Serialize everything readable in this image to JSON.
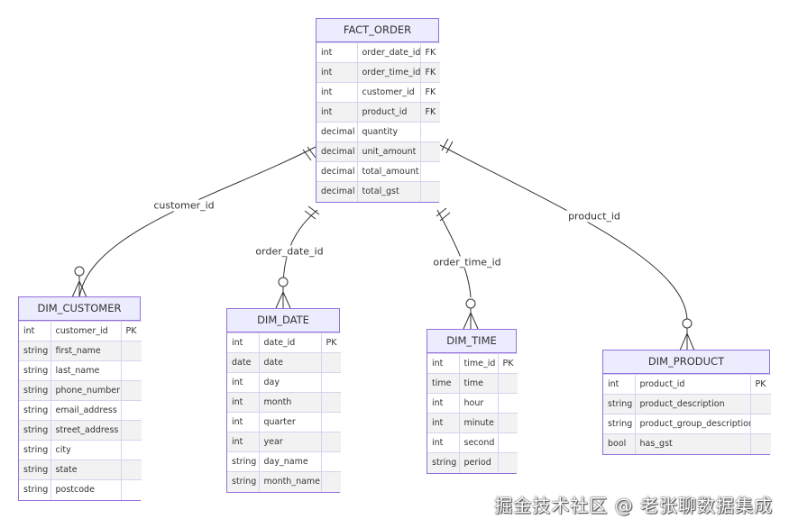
{
  "entities": [
    {
      "name": "FACT_ORDER",
      "attributes": [
        {
          "type": "int",
          "name": "order_date_id",
          "key": "FK"
        },
        {
          "type": "int",
          "name": "order_time_id",
          "key": "FK"
        },
        {
          "type": "int",
          "name": "customer_id",
          "key": "FK"
        },
        {
          "type": "int",
          "name": "product_id",
          "key": "FK"
        },
        {
          "type": "decimal",
          "name": "quantity",
          "key": ""
        },
        {
          "type": "decimal",
          "name": "unit_amount",
          "key": ""
        },
        {
          "type": "decimal",
          "name": "total_amount",
          "key": ""
        },
        {
          "type": "decimal",
          "name": "total_gst",
          "key": ""
        }
      ]
    },
    {
      "name": "DIM_CUSTOMER",
      "attributes": [
        {
          "type": "int",
          "name": "customer_id",
          "key": "PK"
        },
        {
          "type": "string",
          "name": "first_name",
          "key": ""
        },
        {
          "type": "string",
          "name": "last_name",
          "key": ""
        },
        {
          "type": "string",
          "name": "phone_number",
          "key": ""
        },
        {
          "type": "string",
          "name": "email_address",
          "key": ""
        },
        {
          "type": "string",
          "name": "street_address",
          "key": ""
        },
        {
          "type": "string",
          "name": "city",
          "key": ""
        },
        {
          "type": "string",
          "name": "state",
          "key": ""
        },
        {
          "type": "string",
          "name": "postcode",
          "key": ""
        }
      ]
    },
    {
      "name": "DIM_DATE",
      "attributes": [
        {
          "type": "int",
          "name": "date_id",
          "key": "PK"
        },
        {
          "type": "date",
          "name": "date",
          "key": ""
        },
        {
          "type": "int",
          "name": "day",
          "key": ""
        },
        {
          "type": "int",
          "name": "month",
          "key": ""
        },
        {
          "type": "int",
          "name": "quarter",
          "key": ""
        },
        {
          "type": "int",
          "name": "year",
          "key": ""
        },
        {
          "type": "string",
          "name": "day_name",
          "key": ""
        },
        {
          "type": "string",
          "name": "month_name",
          "key": ""
        }
      ]
    },
    {
      "name": "DIM_TIME",
      "attributes": [
        {
          "type": "int",
          "name": "time_id",
          "key": "PK"
        },
        {
          "type": "time",
          "name": "time",
          "key": ""
        },
        {
          "type": "int",
          "name": "hour",
          "key": ""
        },
        {
          "type": "int",
          "name": "minute",
          "key": ""
        },
        {
          "type": "int",
          "name": "second",
          "key": ""
        },
        {
          "type": "string",
          "name": "period",
          "key": ""
        }
      ]
    },
    {
      "name": "DIM_PRODUCT",
      "attributes": [
        {
          "type": "int",
          "name": "product_id",
          "key": "PK"
        },
        {
          "type": "string",
          "name": "product_description",
          "key": ""
        },
        {
          "type": "string",
          "name": "product_group_description",
          "key": ""
        },
        {
          "type": "bool",
          "name": "has_gst",
          "key": ""
        }
      ]
    }
  ],
  "relationships": [
    {
      "from": "FACT_ORDER",
      "to": "DIM_CUSTOMER",
      "label": "customer_id"
    },
    {
      "from": "FACT_ORDER",
      "to": "DIM_DATE",
      "label": "order_date_id"
    },
    {
      "from": "FACT_ORDER",
      "to": "DIM_TIME",
      "label": "order_time_id"
    },
    {
      "from": "FACT_ORDER",
      "to": "DIM_PRODUCT",
      "label": "product_id"
    }
  ],
  "watermark": "掘金技术社区 @ 老张聊数据集成",
  "colors": {
    "entity_border": "#9370db",
    "entity_header_bg": "#ececff",
    "row_odd": "#ffffff",
    "row_even": "#f2f2f2",
    "line": "#333333"
  }
}
